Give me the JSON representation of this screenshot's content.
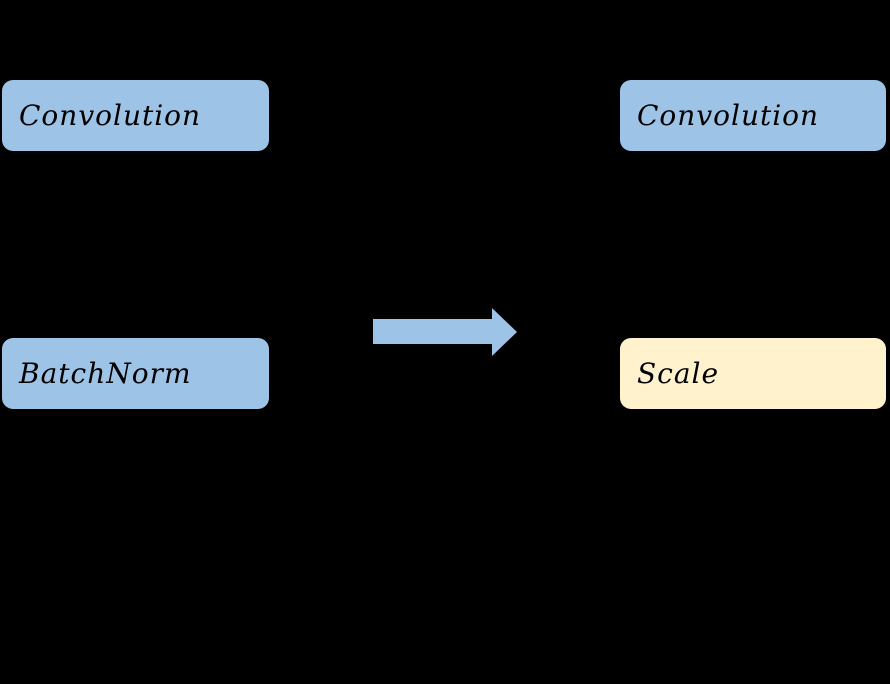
{
  "colors": {
    "background": "#000000",
    "node_blue_fill": "#9DC3E6",
    "node_yellow_fill": "#FFF2CC",
    "arrow_fill": "#9DC3E6",
    "node_text": "#000000"
  },
  "diagram": {
    "before_group": {
      "nodes": [
        {
          "id": "convolution",
          "label": "Convolution",
          "fill": "blue"
        },
        {
          "id": "batchnorm",
          "label": "BatchNorm",
          "fill": "blue"
        }
      ]
    },
    "transform_arrow": {
      "icon": "right-arrow-icon",
      "direction": "right"
    },
    "after_group": {
      "nodes": [
        {
          "id": "convolution",
          "label": "Convolution",
          "fill": "blue"
        },
        {
          "id": "scale",
          "label": "Scale",
          "fill": "yellow"
        }
      ]
    }
  }
}
